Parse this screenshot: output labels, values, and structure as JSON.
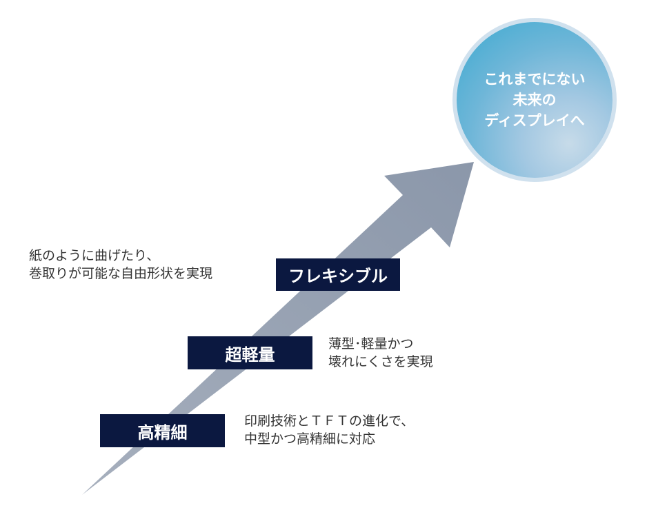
{
  "goal": {
    "lines": [
      "これまでにない",
      "未来の",
      "ディスプレイへ"
    ]
  },
  "stages": [
    {
      "label": "フレキシブル",
      "description_lines": [
        "紙のように曲げたり、",
        "巻取りが可能な自由形状を実現"
      ]
    },
    {
      "label": "超軽量",
      "description_lines": [
        "薄型･軽量かつ",
        "壊れにくさを実現"
      ]
    },
    {
      "label": "高精細",
      "description_lines": [
        "印刷技術とＴＦＴの進化で、",
        "中型かつ高精細に対応"
      ]
    }
  ],
  "colors": {
    "arrow": "#8b97aa",
    "label_background": "#0b1840",
    "circle_accent": "#3aa9d0"
  }
}
